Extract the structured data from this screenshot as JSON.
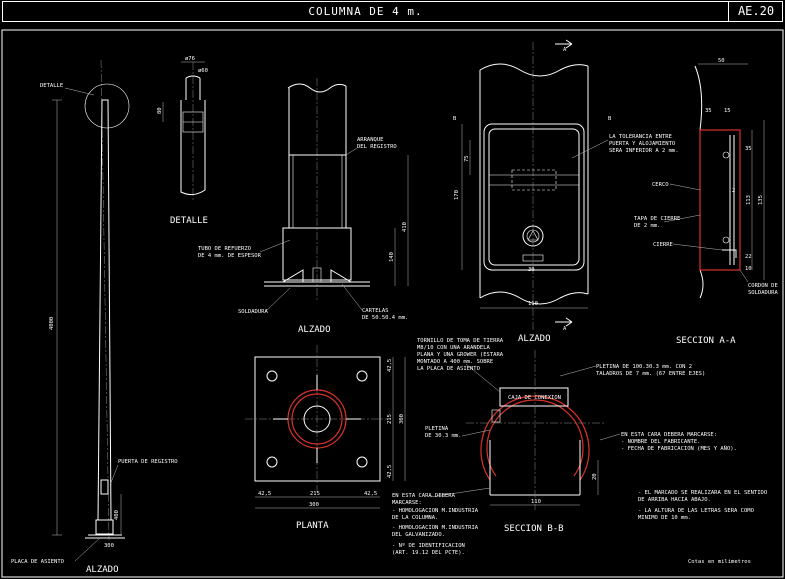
{
  "title_block": {
    "title": "COLUMNA DE 4 m.",
    "code": "AE.20"
  },
  "views": {
    "alzado_general": "ALZADO",
    "detalle": "DETALLE",
    "alzado_base": "ALZADO",
    "alzado_registro": "ALZADO",
    "seccion_aa": "SECCION A-A",
    "planta": "PLANTA",
    "seccion_bb": "SECCION B-B"
  },
  "labels": {
    "detalle": "DETALLE",
    "puerta_registro": "PUERTA DE REGISTRO",
    "placa_asiento": "PLACA DE ASIENTO",
    "arranque_registro": [
      "ARRANQUE",
      "DEL REGISTRO"
    ],
    "tubo_refuerzo": [
      "TUBO DE REFUERZO",
      "DE 4 mm. DE ESPESOR"
    ],
    "soldadura": "SOLDADURA",
    "cartelas": [
      "CARTELAS",
      "DE 50.50.4 mm."
    ],
    "tolerancia": [
      "LA TOLERANCIA ENTRE",
      "PUERTA Y ALOJAMIENTO",
      "SERA INFERIOR A 2 mm."
    ],
    "cerco": "CERCO",
    "tapa_cierre": [
      "TAPA DE CIERRE",
      "DE 2 mm."
    ],
    "cierre": "CIERRE",
    "cordon_soldadura": [
      "CORDON DE",
      "SOLDADURA"
    ],
    "tornillo": [
      "TORNILLO DE TOMA DE TIERRA",
      "M8/10 CON UNA ARANDELA",
      "PLANA Y UNA GROWER (ESTARA",
      "MONTADO A 400 mm. SOBRE",
      "LA PLACA DE ASIENTO"
    ],
    "pletina_1": [
      "PLETINA DE 100.30.3 mm. CON 2",
      "TALADROS DE 7 mm. (67 ENTRE EJES)"
    ],
    "pletina_2": [
      "PLETINA",
      "DE 30.3 mm."
    ],
    "caja_conexion": "CAJA DE CONEXION",
    "cara_marcarse": [
      "EN ESTA CARA DEBERA MARCARSE:",
      "- NOMBRE DEL FABRICANTE.",
      "- FECHA DE FABRICACION (MES Y AÑO)."
    ],
    "cara_grabarse": [
      "EN ESTA CARA DEBERA",
      "MARCARSE:",
      "- HOMOLOGACION M.INDUSTRIA",
      "  DE LA COLUMNA.",
      "- HOMOLOGACION M.INDUSTRIA",
      "  DEL GALVANIZADO.",
      "- Nº DE IDENTIFICACION",
      "  (ART. 19.12 DEL PCTE)."
    ],
    "marcado": [
      "- EL MARCADO SE REALIZARA EN EL SENTIDO",
      "  DE ARRIBA HACIA ABAJO.",
      "- LA ALTURA DE LAS LETRAS SERA COMO",
      "  MINIMO DE 10 mm."
    ],
    "cotas": "Cotas en milimetros",
    "section_a": "A",
    "section_b": "B"
  },
  "dimensions": {
    "altura": "4000",
    "d400": "400",
    "d300": "300",
    "d76": "ø76",
    "d60": "ø60",
    "d80": "80",
    "d410": "410",
    "d140": "140",
    "d75": "75",
    "d170": "170",
    "d30": "30",
    "d110": "110",
    "d50": "50",
    "d35": "35",
    "d15": "15",
    "d2": "2",
    "d113": "113",
    "d135": "135",
    "d22": "22",
    "d10": "10",
    "p425a": "42,5",
    "p215": "215",
    "p425b": "42,5",
    "p300": "300",
    "p425c": "42,5",
    "p215h": "215",
    "p425d": "42,5",
    "p300h": "300",
    "d20": "20"
  }
}
